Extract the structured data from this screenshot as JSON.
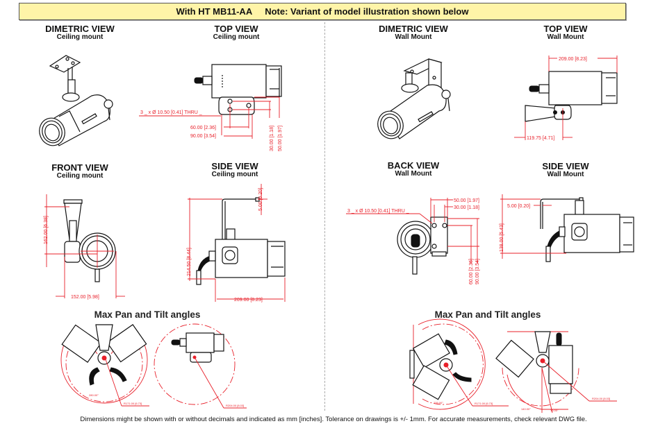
{
  "banner": {
    "model": "With HT MB11-AA",
    "note": "Note: Variant of model illustration shown below"
  },
  "views": {
    "ceiling_dimetric": {
      "title": "DIMETRIC VIEW",
      "subtitle": "Ceiling mount"
    },
    "ceiling_top": {
      "title": "TOP VIEW",
      "subtitle": "Ceiling mount"
    },
    "ceiling_front": {
      "title": "FRONT VIEW",
      "subtitle": "Ceiling mount"
    },
    "ceiling_side": {
      "title": "SIDE VIEW",
      "subtitle": "Ceiling mount"
    },
    "wall_dimetric": {
      "title": "DIMETRIC VIEW",
      "subtitle": "Wall Mount"
    },
    "wall_top": {
      "title": "TOP VIEW",
      "subtitle": "Wall Mount"
    },
    "wall_back": {
      "title": "BACK VIEW",
      "subtitle": "Wall Mount"
    },
    "wall_side": {
      "title": "SIDE VIEW",
      "subtitle": "Wall Mount"
    }
  },
  "sections": {
    "ceiling_pan_tilt": "Max Pan and Tilt angles",
    "wall_pan_tilt": "Max Pan and Tilt angles"
  },
  "dimensions": {
    "ceiling_top": {
      "holes": "3 _ x Ø  10.50 [0.41] THRU _",
      "d60": "60.00 [2.36]",
      "d90": "90.00 [3.54]",
      "d30": "30.00 [1.18]",
      "d50": "50.00 [1.97]"
    },
    "ceiling_front": {
      "height": "162.00 [6.38]",
      "width": "152.00 [5.98]"
    },
    "ceiling_side": {
      "offset": "5.00 [0.20]",
      "height": "214.50 [8.44]",
      "length": "209.00 [8.23]"
    },
    "wall_top": {
      "length": "209.00 [8.23]",
      "bracket": "119.75 [4.71]"
    },
    "wall_back": {
      "holes": "3 _ x Ø  10.50 [0.41] THRU _",
      "d50": "50.00 [1.97]",
      "d30": "30.00 [1.18]",
      "d60": "60.00 [2.36]",
      "d90": "90.00 [3.54]"
    },
    "wall_side": {
      "offset": "5.00 [0.20]",
      "height": "138.00 [5.43]"
    },
    "ceiling_pan_tilt": {
      "pan_angle": "280.00°",
      "pan_radius": "R171.00 [6.73]",
      "tilt_radius": "R204.00 [8.03]"
    },
    "wall_pan_tilt": {
      "pan_angle": "235.00°",
      "pan_radius": "R171.00 [6.73]",
      "tilt_angle_a": "140.00°",
      "tilt_angle_b": "10.00°",
      "tilt_radius": "R204.00 [8.03]"
    }
  },
  "footer": "Dimensions might be shown with or without decimals and indicated as mm [inches]. Tolerance on drawings is +/- 1mm. For accurate measurements, check relevant DWG file."
}
